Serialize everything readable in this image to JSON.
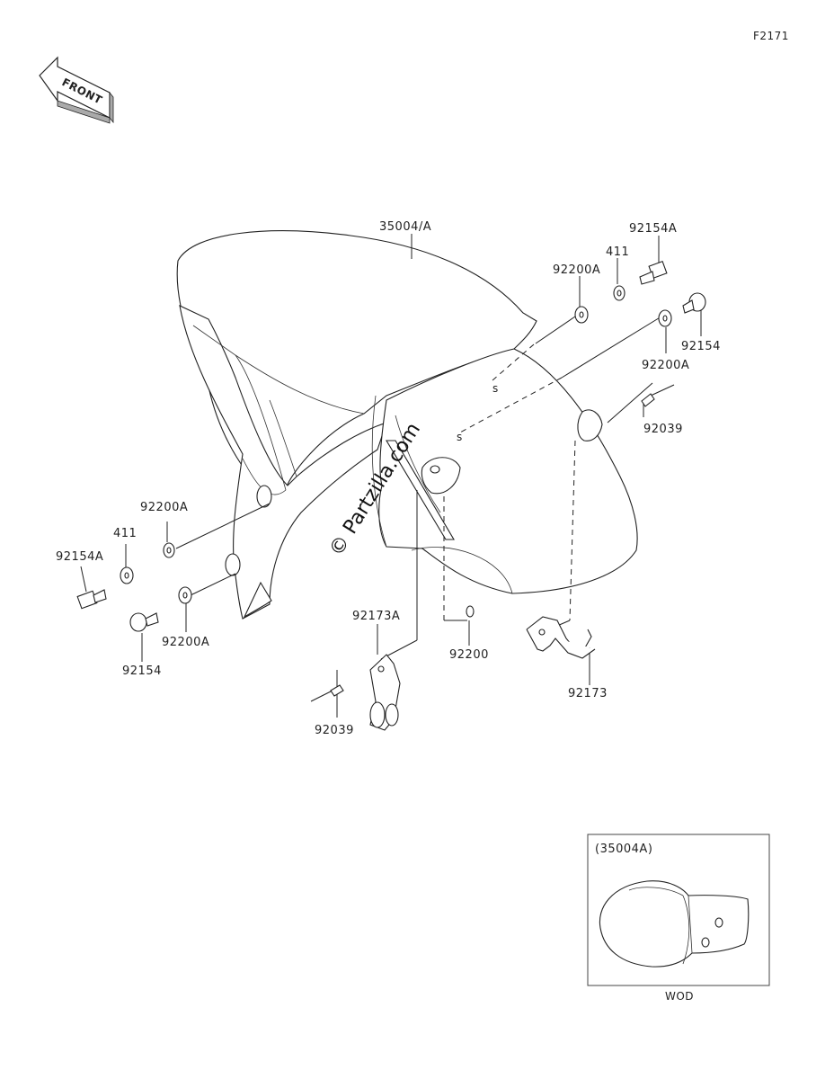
{
  "figure_code": "F2171",
  "front_indicator": "FRONT",
  "watermark": "© Partzilla.com",
  "callouts": {
    "fender": "35004/A",
    "bolt_a_right": "92154A",
    "collar_right": "411",
    "washer_a_right_top": "92200A",
    "bolt_right": "92154",
    "washer_a_right_bottom": "92200A",
    "rivet_right": "92039",
    "washer_a_left_top": "92200A",
    "collar_left": "411",
    "bolt_a_left": "92154A",
    "bolt_left": "92154",
    "washer_a_left_bottom": "92200A",
    "bracket_a": "92173A",
    "washer_center": "92200",
    "bracket": "92173",
    "rivet_left": "92039"
  },
  "inset": {
    "label": "(35004A)",
    "caption": "WOD"
  }
}
